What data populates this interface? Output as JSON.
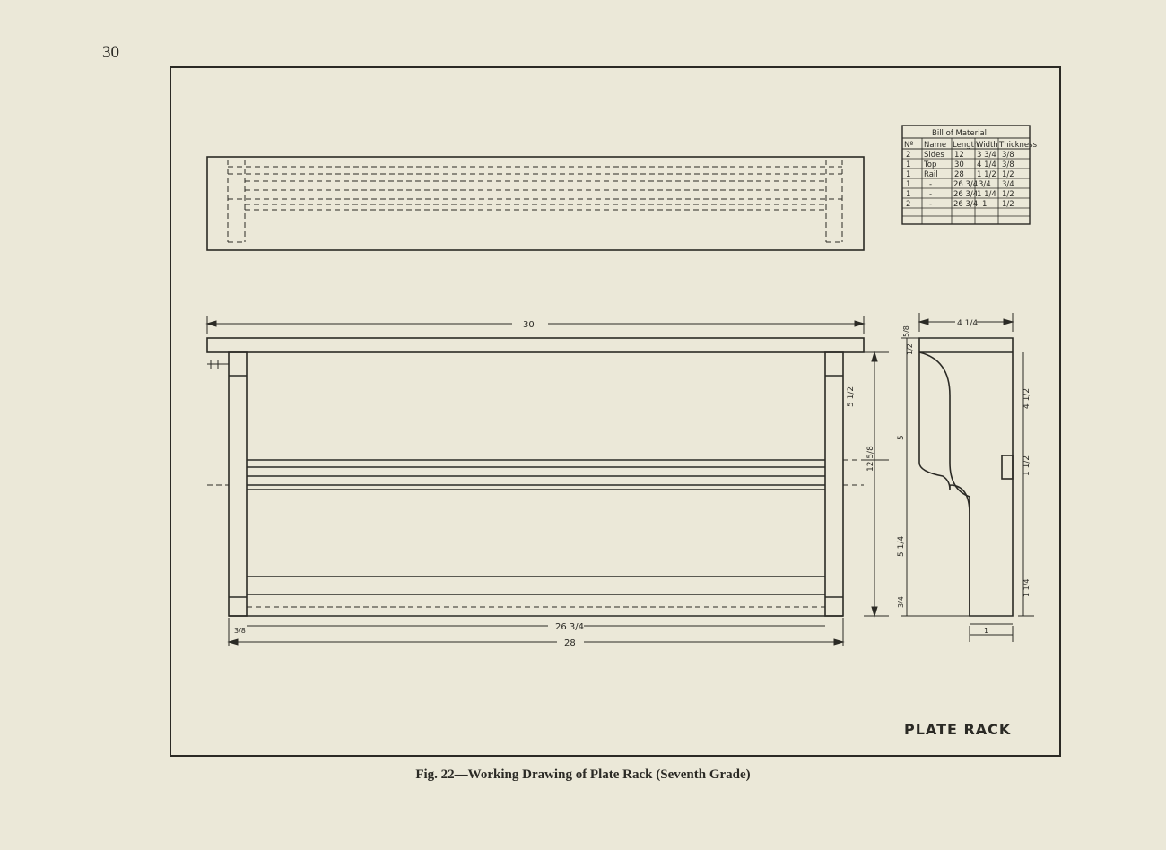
{
  "page_number": "30",
  "title_block": "PLATE RACK",
  "caption": "Fig. 22—Working Drawing of Plate Rack (Seventh Grade)",
  "bill_of_material": {
    "title": "Bill of Material",
    "headers": [
      "Nº",
      "Name",
      "Length",
      "Width",
      "Thickness"
    ],
    "rows": [
      [
        "2",
        "Sides",
        "12",
        "3 3/4",
        "3/8"
      ],
      [
        "1",
        "Top",
        "30",
        "4 1/4",
        "3/8"
      ],
      [
        "1",
        "Rail",
        "28",
        "1 1/2",
        "1/2"
      ],
      [
        "1",
        "-",
        "26 3/4",
        "3/4",
        "3/4"
      ],
      [
        "1",
        "-",
        "26 3/4",
        "1 1/4",
        "1/2"
      ],
      [
        "2",
        "-",
        "26 3/4",
        "1",
        "1/2"
      ]
    ]
  },
  "dimensions": {
    "top_length": "30",
    "side_depth": "4 1/4",
    "inner_length": "26 3/4",
    "rail_length": "28",
    "upper_height": "5 1/2",
    "overall_height": "12 5/8",
    "side_upper": "5",
    "side_lower": "5 1/4",
    "side_right_upper": "4 1/2",
    "side_right_mid": "1 1/2",
    "side_bottom": "3/4",
    "side_foot": "1 1/4",
    "side_base": "1",
    "small_a": "3/8",
    "small_b": "1/2",
    "small_c": "5/8"
  },
  "colors": {
    "paper": "#ebe8d8",
    "ink": "#2b2a25"
  }
}
